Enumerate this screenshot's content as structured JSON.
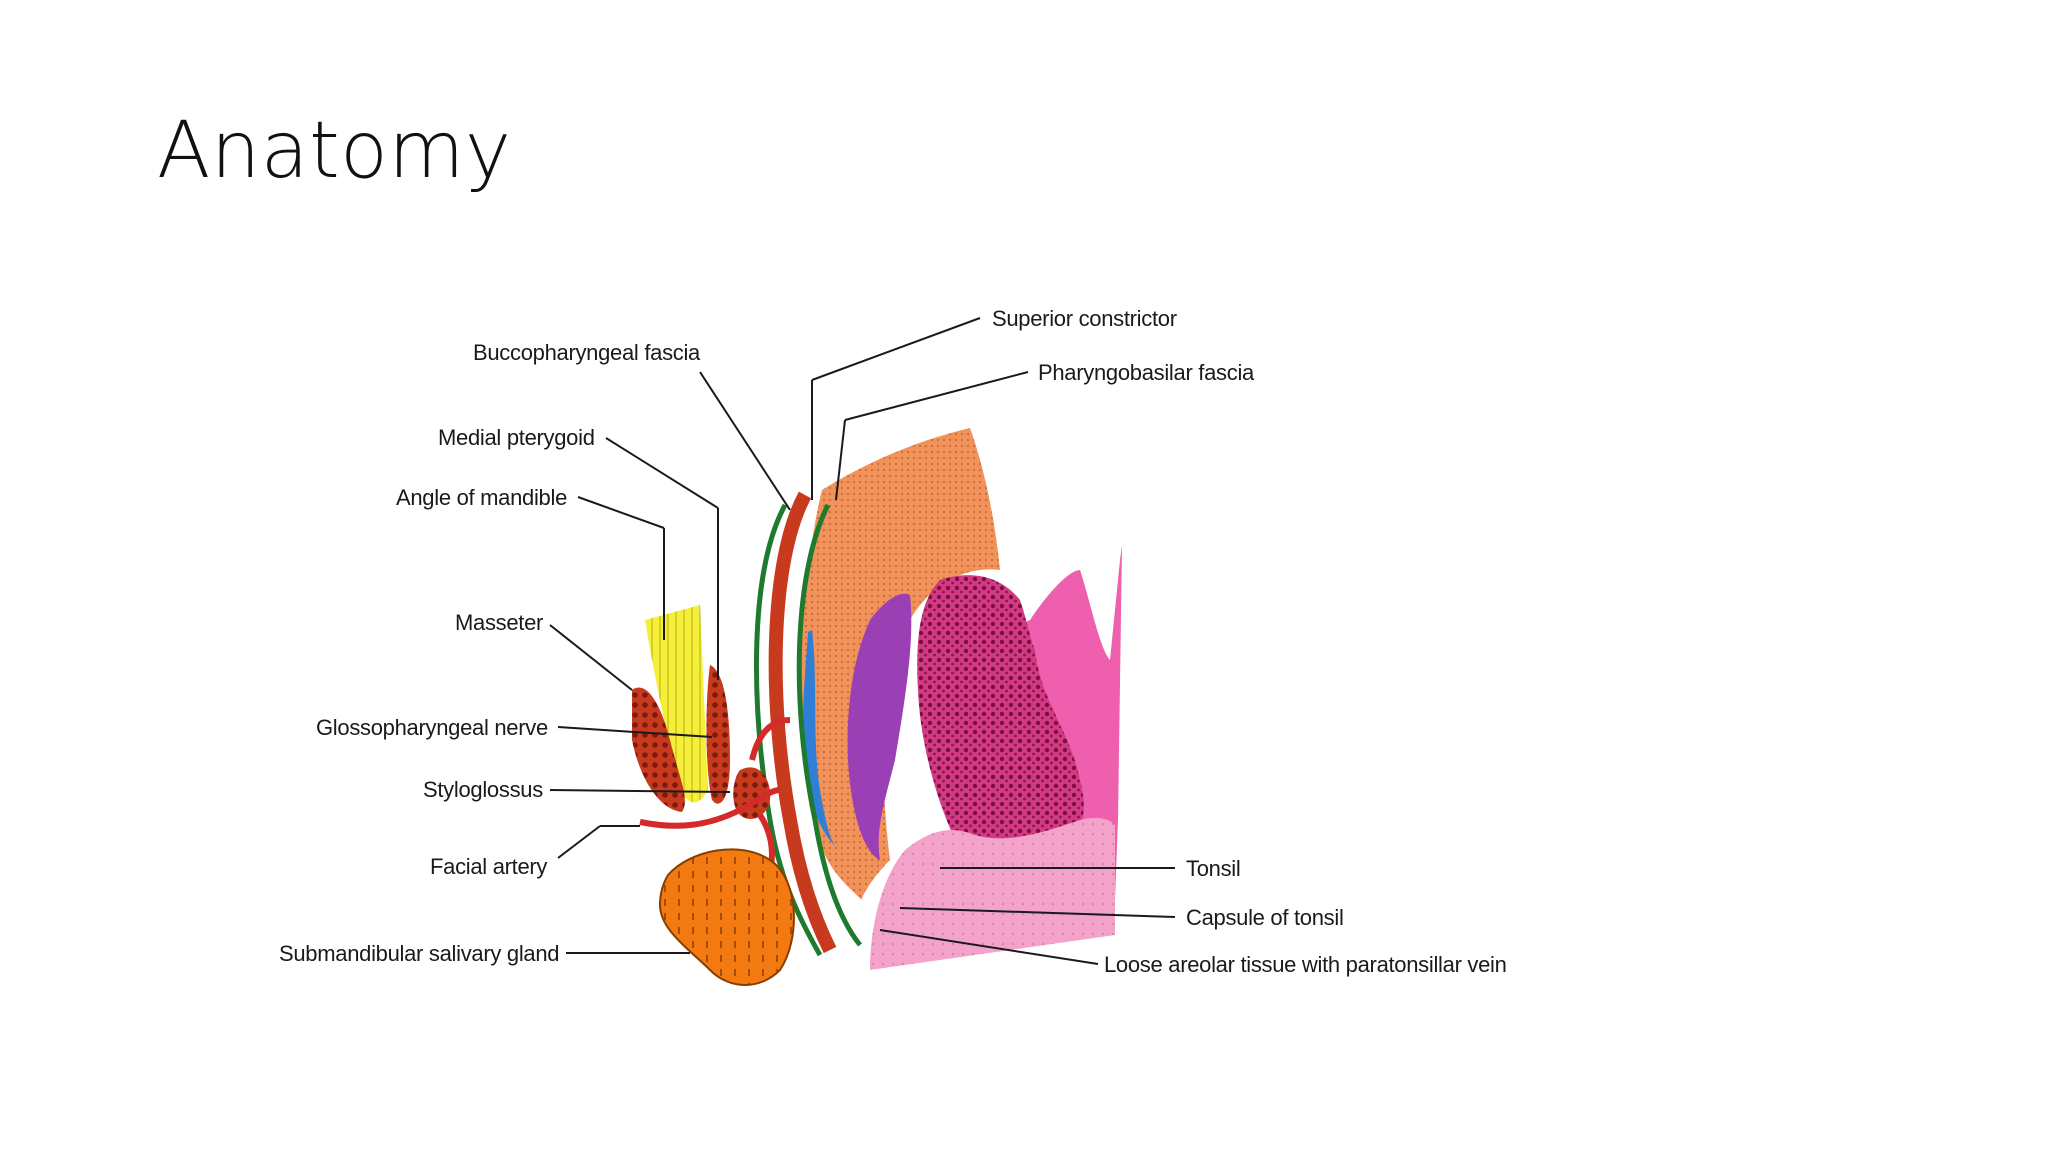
{
  "slide": {
    "title": "Anatomy"
  },
  "diagram": {
    "labels": {
      "superior_constrictor": "Superior constrictor",
      "pharyngobasilar_fascia": "Pharyngobasilar fascia",
      "buccopharyngeal_fascia": "Buccopharyngeal fascia",
      "medial_pterygoid": "Medial pterygoid",
      "angle_of_mandible": "Angle of mandible",
      "masseter": "Masseter",
      "glossopharyngeal_nerve": "Glossopharyngeal nerve",
      "styloglossus": "Styloglossus",
      "facial_artery": "Facial artery",
      "submandibular_gland": "Submandibular salivary gland",
      "tonsil": "Tonsil",
      "capsule_of_tonsil": "Capsule of tonsil",
      "loose_areolar_tissue": "Loose areolar tissue with paratonsillar vein"
    },
    "colors": {
      "constrictor_orange": "#f0925a",
      "tonsil_magenta": "#c0226e",
      "pink_mucosa": "#ee5fae",
      "light_pink": "#f3a2c9",
      "purple_capsule": "#9b3fb5",
      "paratonsillar_vein": "#2f7fd6",
      "mandible_yellow": "#f5ef3a",
      "muscle_red": "#c83a1e",
      "gland_orange": "#f27a10",
      "fascia_green": "#1e7a2e",
      "artery_red": "#d42a2a"
    }
  }
}
